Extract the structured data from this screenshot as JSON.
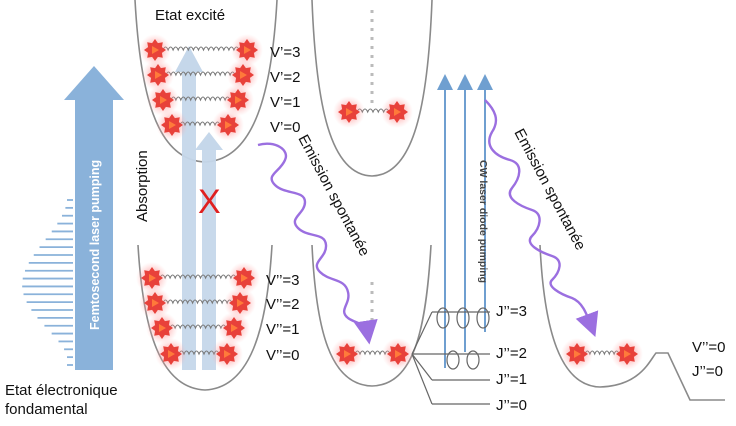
{
  "labels": {
    "excited_state": "Etat excité",
    "ground_state_line1": "Etat électronique",
    "ground_state_line2": "fondamental",
    "absorption": "Absorption",
    "femto": "Femtosecond laser pumping",
    "emission1": "Emission spontanée",
    "emission2": "Emission spontanée",
    "cw": "CW laser diode pumping",
    "blocked_mark": "X"
  },
  "excited_levels": [
    "V’=3",
    "V’=2",
    "V’=1",
    "V’=0"
  ],
  "ground_levels": [
    "V’’=3",
    "V’’=2",
    "V’’=1",
    "V’’=0"
  ],
  "rot_levels": [
    "J’’=3",
    "J’’=2",
    "J’’=1",
    "J’’=0"
  ],
  "final_levels": [
    "V’’=0",
    "J’’=0"
  ],
  "colors": {
    "well": "#8a8a8a",
    "pump_arrow": "#8ab2da",
    "pump_light": "#c5d7ea",
    "cw_line": "#6f9fd0",
    "emission": "#9b6fe0",
    "molecule": "#e8413a",
    "molecule_glow": "#ff9a9a",
    "cross": "#e02020"
  }
}
